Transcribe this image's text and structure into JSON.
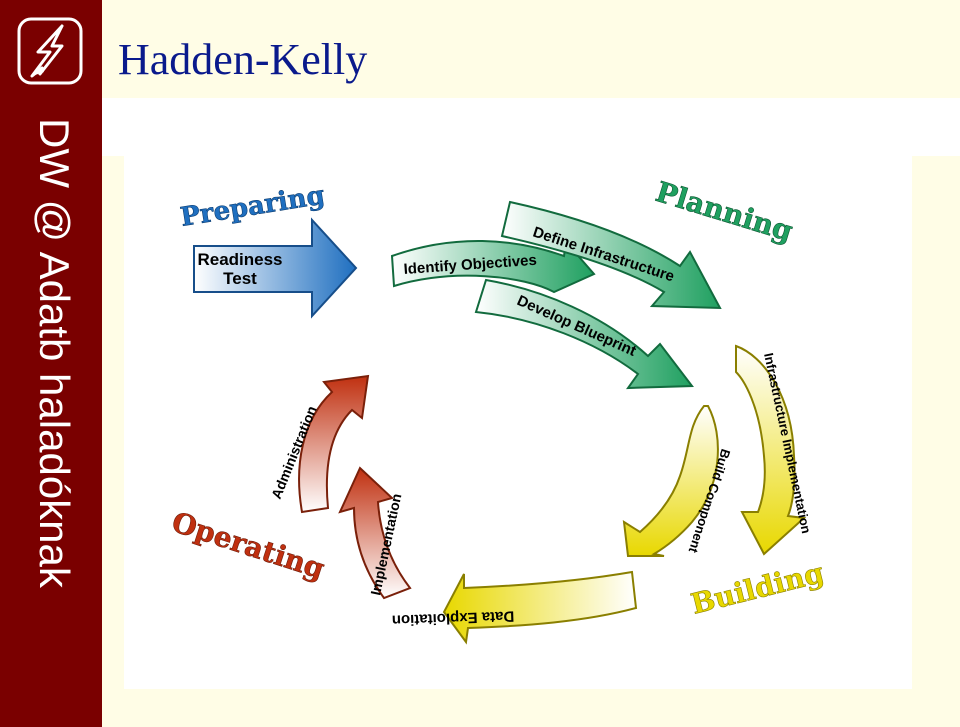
{
  "sidebar": {
    "text": "DW @ Adatb haladóknak"
  },
  "header": {
    "title": "Hadden-Kelly"
  },
  "colors": {
    "sidebar": "#7a0000",
    "title": "#0a1a8c",
    "preparing": "#1f6fc0",
    "planning": "#1fa060",
    "building": "#e8d800",
    "operating": "#c03010"
  },
  "diagram": {
    "phases": {
      "preparing": "Preparing",
      "planning": "Planning",
      "building": "Building",
      "operating": "Operating"
    },
    "steps": {
      "readiness_line1": "Readiness",
      "readiness_line2": "Test",
      "identify_objectives": "Identify Objectives",
      "define_infrastructure": "Define Infrastructure",
      "develop_blueprint": "Develop Blueprint",
      "infrastructure_implementation": "Infrastructure Implementation",
      "build_component": "Build Component",
      "data_exploitation": "Data Exploitation",
      "implementation": "Implementation",
      "administration": "Administration"
    }
  }
}
